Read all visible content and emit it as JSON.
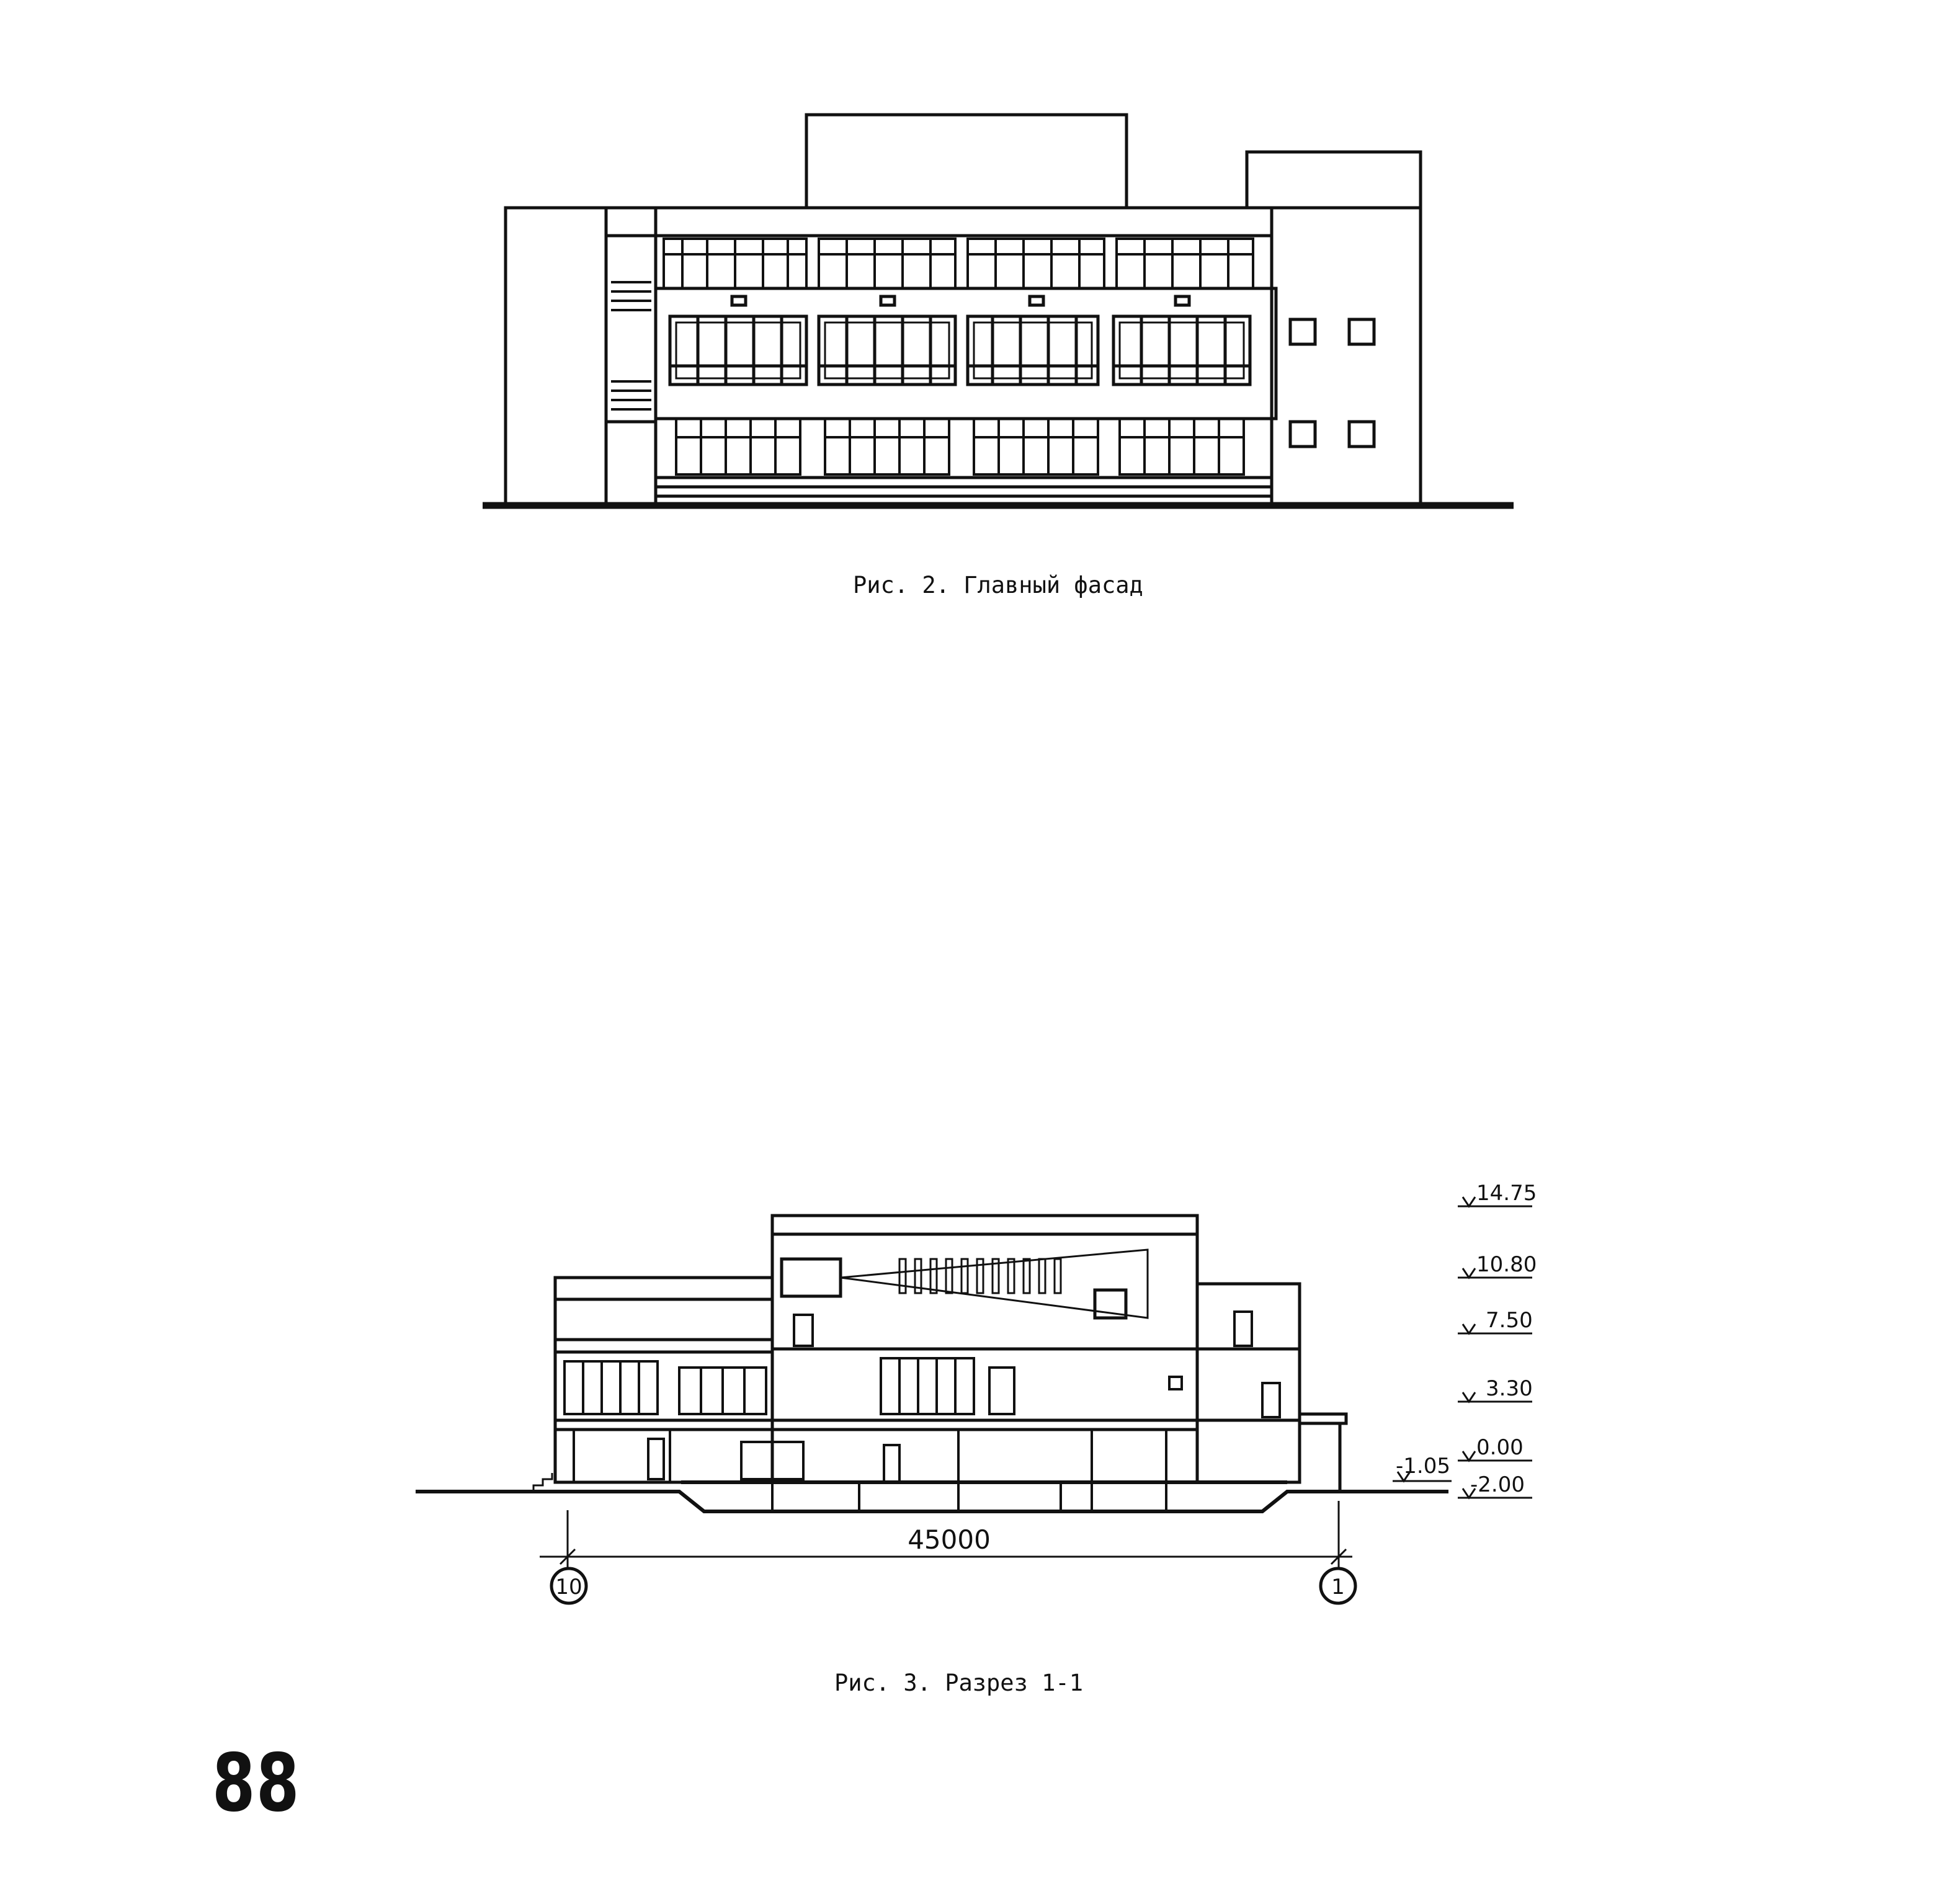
{
  "figure2": {
    "caption": "Рис. 2. Главный фасад"
  },
  "figure3": {
    "caption": "Рис. 3. Разрез 1-1",
    "elevations": [
      "14.75",
      "10.80",
      "7.50",
      "3.30",
      "0.00",
      "-1.05",
      "-2.00"
    ],
    "dimension": "45000",
    "axis_left": "10",
    "axis_right": "1"
  },
  "page": {
    "number": "88"
  }
}
